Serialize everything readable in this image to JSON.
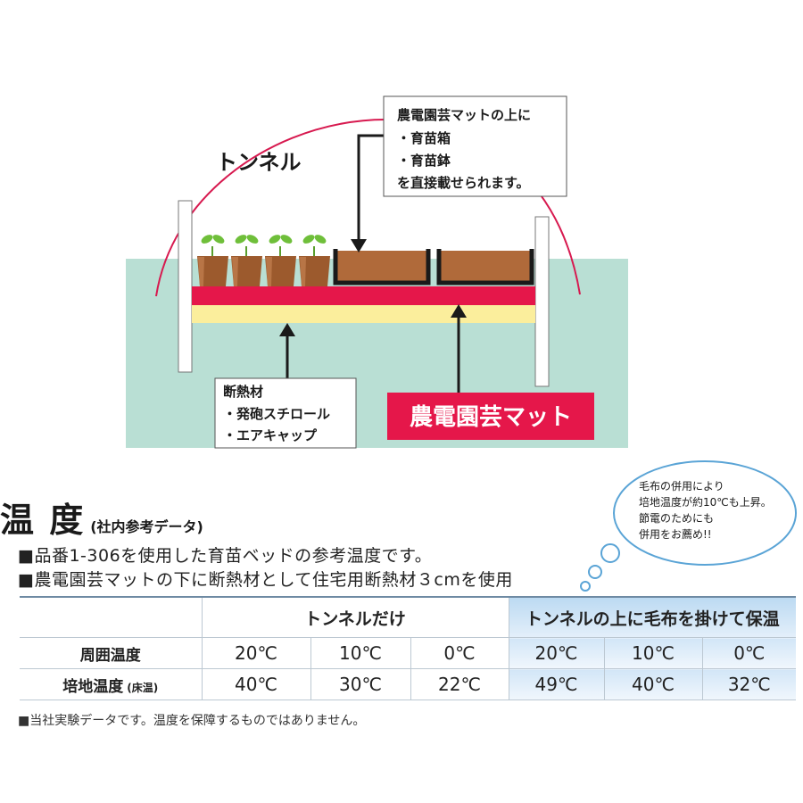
{
  "diagram": {
    "tunnel_label": "トンネル",
    "callout_top": [
      "農電園芸マットの上に",
      "・育苗箱",
      "・育苗鉢",
      "を直接載せられます。"
    ],
    "callout_bottom": [
      "断熱材",
      "・発砲スチロール",
      "・エアキャップ"
    ],
    "mat_label": "農電園芸マット",
    "bubble": [
      "毛布の併用により",
      "培地温度が約10℃も上昇。",
      "節電のためにも",
      "併用をお薦め!!"
    ],
    "colors": {
      "mat": "#e5174a",
      "insulation": "#fbee9c",
      "ground": "#b9dfd4",
      "tunnel": "#d7194f",
      "soil": "#b06a3a"
    }
  },
  "heading": {
    "title": "温 度",
    "subtitle": "(社内参考データ)"
  },
  "notes": [
    "■品番1-306を使用した育苗ベッドの参考温度です。",
    "■農電園芸マットの下に断熱材として住宅用断熱材３cmを使用"
  ],
  "table": {
    "group1": "トンネルだけ",
    "group2": "トンネルの上に毛布を掛けて保温",
    "row1_label": "周囲温度",
    "row2_label": "培地温度",
    "row2_label_small": "(床温)",
    "ambient": [
      "20℃",
      "10℃",
      "0℃",
      "20℃",
      "10℃",
      "0℃"
    ],
    "bed": [
      "40℃",
      "30℃",
      "22℃",
      "49℃",
      "40℃",
      "32℃"
    ]
  },
  "footnote": "■当社実験データです。温度を保障するものではありません。"
}
